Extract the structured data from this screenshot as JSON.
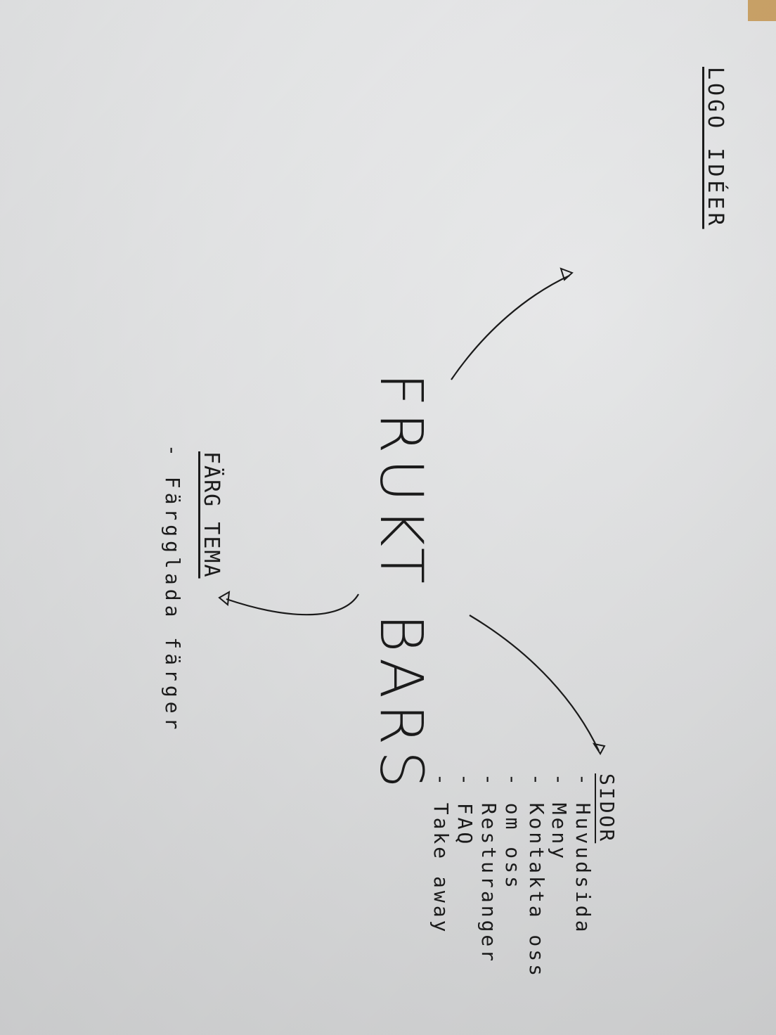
{
  "logo_heading": "LOGO IDÉER",
  "central_title": "FRUKT BARS",
  "sidor": {
    "heading": "SIDOR",
    "items": [
      "- Huvudsida",
      "- Meny",
      "- Kontakta oss",
      "- om oss",
      "- Resturanger",
      "- FAQ",
      "- Take away"
    ]
  },
  "farg_tema": {
    "heading": "FÄRG TEMA",
    "items": [
      "- Färgglada färger"
    ]
  }
}
